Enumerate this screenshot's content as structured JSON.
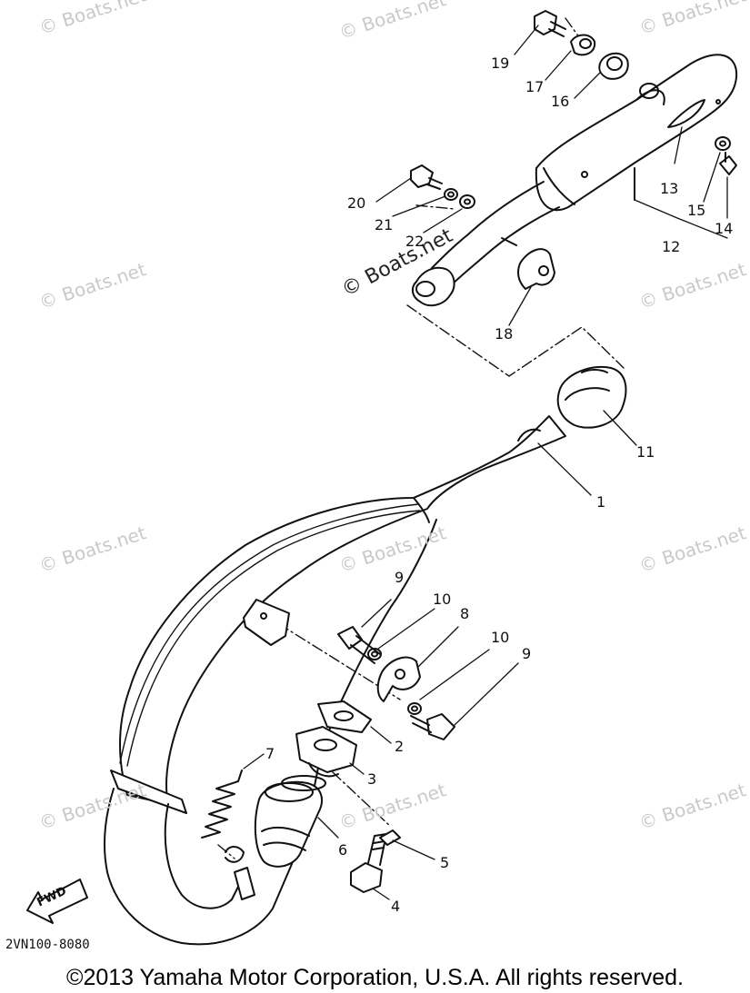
{
  "watermark": "© Boats.net",
  "callouts": [
    {
      "id": "c1",
      "label": "1"
    },
    {
      "id": "c2",
      "label": "2"
    },
    {
      "id": "c3",
      "label": "3"
    },
    {
      "id": "c4",
      "label": "4"
    },
    {
      "id": "c5",
      "label": "5"
    },
    {
      "id": "c6",
      "label": "6"
    },
    {
      "id": "c7",
      "label": "7"
    },
    {
      "id": "c8",
      "label": "8"
    },
    {
      "id": "c9a",
      "label": "9"
    },
    {
      "id": "c9b",
      "label": "9"
    },
    {
      "id": "c10a",
      "label": "10"
    },
    {
      "id": "c10b",
      "label": "10"
    },
    {
      "id": "c11",
      "label": "11"
    },
    {
      "id": "c12",
      "label": "12"
    },
    {
      "id": "c13",
      "label": "13"
    },
    {
      "id": "c14",
      "label": "14"
    },
    {
      "id": "c15",
      "label": "15"
    },
    {
      "id": "c16",
      "label": "16"
    },
    {
      "id": "c17",
      "label": "17"
    },
    {
      "id": "c18",
      "label": "18"
    },
    {
      "id": "c19",
      "label": "19"
    },
    {
      "id": "c20",
      "label": "20"
    },
    {
      "id": "c21",
      "label": "21"
    },
    {
      "id": "c22",
      "label": "22"
    }
  ],
  "direction_label": "FWD",
  "diagram_code": "2VN100-8080",
  "copyright": "©2013 Yamaha Motor Corporation, U.S.A. All rights reserved."
}
